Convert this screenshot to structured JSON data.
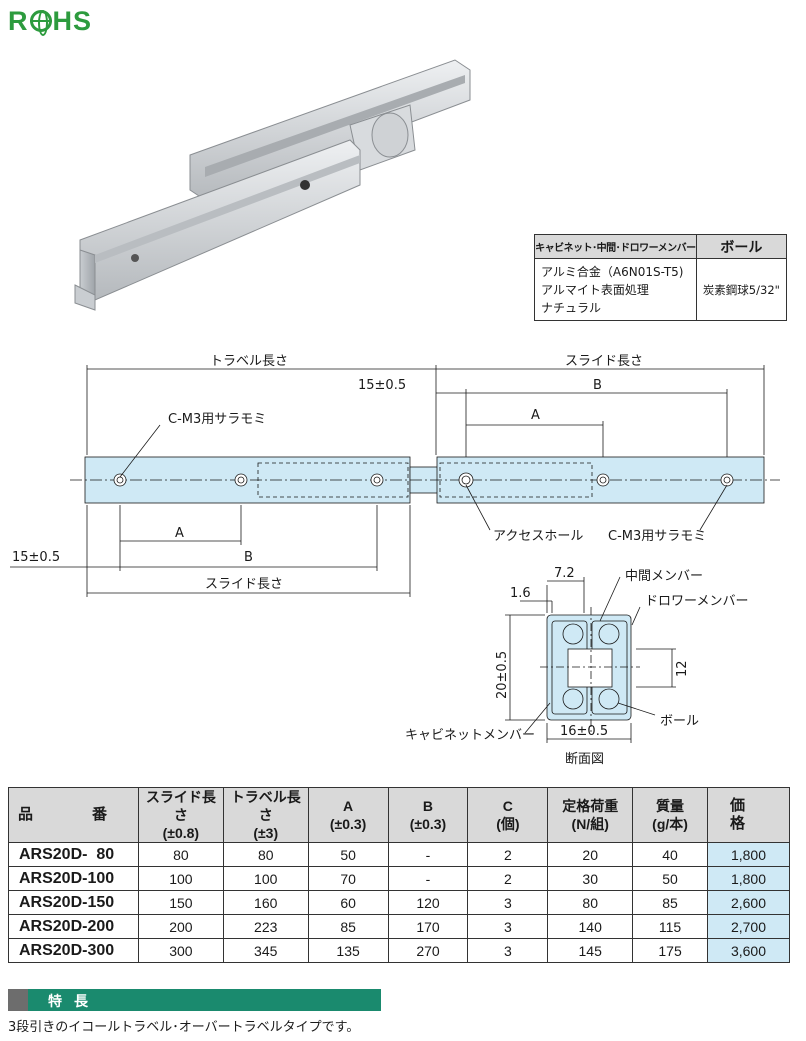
{
  "logo": {
    "text": "RoHS"
  },
  "material_table": {
    "headers": [
      "キャビネット･中間･ドロワーメンバー",
      "ボール"
    ],
    "member_lines": [
      "アルミ合金（A6N01S-T5)",
      "アルマイト表面処理",
      "ナチュラル"
    ],
    "ball": "炭素鋼球5/32\""
  },
  "drawing": {
    "travel_length": "トラベル長さ",
    "slide_length_top": "スライド長さ",
    "offset_top": "15±0.5",
    "dim_B_top": "B",
    "dim_A_top": "A",
    "screw_label_left": "C-M3用サラモミ",
    "access_hole": "アクセスホール",
    "screw_label_right": "C-M3用サラモミ",
    "offset_bottom": "15±0.5",
    "dim_A_bottom": "A",
    "dim_B_bottom": "B",
    "slide_length_bottom": "スライド長さ",
    "section": {
      "w_72": "7.2",
      "w_16": "1.6",
      "middle_member": "中間メンバー",
      "drawer_member": "ドロワーメンバー",
      "height": "20±0.5",
      "inner": "12",
      "ball": "ボール",
      "cabinet_member": "キャビネットメンバー",
      "width": "16±0.5",
      "caption": "断面図"
    }
  },
  "spec_table": {
    "headers": [
      {
        "l1": "品　番",
        "l2": ""
      },
      {
        "l1": "スライド長さ",
        "l2": "(±0.8)"
      },
      {
        "l1": "トラベル長さ",
        "l2": "(±3)"
      },
      {
        "l1": "A",
        "l2": "(±0.3)"
      },
      {
        "l1": "B",
        "l2": "(±0.3)"
      },
      {
        "l1": "C",
        "l2": "(個)"
      },
      {
        "l1": "定格荷重",
        "l2": "(N/組)"
      },
      {
        "l1": "質量",
        "l2": "(g/本)"
      },
      {
        "l1": "価　格",
        "l2": ""
      }
    ],
    "rows": [
      [
        "ARS20D-  80",
        "80",
        "80",
        "50",
        "-",
        "2",
        "20",
        "40",
        "1,800"
      ],
      [
        "ARS20D-100",
        "100",
        "100",
        "70",
        "-",
        "2",
        "30",
        "50",
        "1,800"
      ],
      [
        "ARS20D-150",
        "150",
        "160",
        "60",
        "120",
        "3",
        "80",
        "85",
        "2,600"
      ],
      [
        "ARS20D-200",
        "200",
        "223",
        "85",
        "170",
        "3",
        "140",
        "115",
        "2,700"
      ],
      [
        "ARS20D-300",
        "300",
        "345",
        "135",
        "270",
        "3",
        "145",
        "175",
        "3,600"
      ]
    ]
  },
  "features": {
    "heading": "特長",
    "text": "3段引きのイコールトラベル･オーバートラベルタイプです。"
  },
  "colors": {
    "rohs_green": "#2d9b3e",
    "feature_bar": "#1a8a6e",
    "rail_fill": "#cfe9f5",
    "price_fill": "#cfe9f5"
  }
}
